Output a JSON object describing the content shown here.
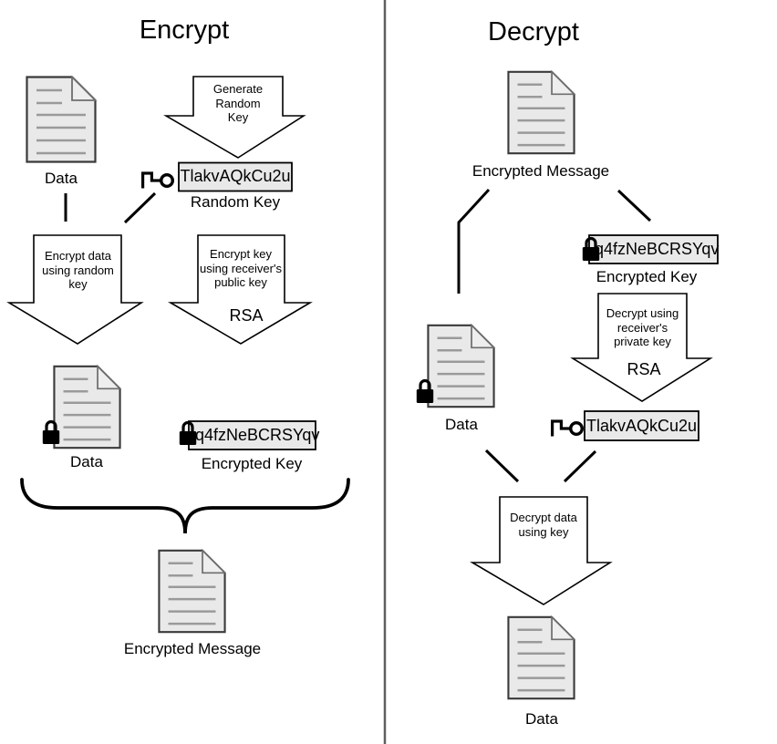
{
  "encrypt": {
    "title": "Encrypt",
    "source_doc_label": "Data",
    "generate_arrow_label": "Generate\nRandom\nKey",
    "random_key_value": "TlakvAQkCu2u",
    "random_key_label": "Random Key",
    "encrypt_data_arrow_label": "Encrypt data\nusing random\nkey",
    "encrypt_key_arrow_label": "Encrypt key\nusing receiver's\npublic key",
    "rsa_label": "RSA",
    "locked_doc_label": "Data",
    "encrypted_key_value": "q4fzNeBCRSYqv",
    "encrypted_key_label": "Encrypted Key",
    "output_doc_label": "Encrypted Message"
  },
  "decrypt": {
    "title": "Decrypt",
    "source_doc_label": "Encrypted Message",
    "encrypted_key_value": "q4fzNeBCRSYqv",
    "encrypted_key_label": "Encrypted Key",
    "decrypt_key_arrow_label": "Decrypt using\nreceiver's\nprivate key",
    "rsa_label": "RSA",
    "locked_doc_label": "Data",
    "session_key_value": "TlakvAQkCu2u",
    "decrypt_data_arrow_label": "Decrypt data\nusing key",
    "output_doc_label": "Data"
  },
  "icons": {
    "document": "document-icon",
    "lock": "lock-icon",
    "key": "key-icon"
  },
  "colors": {
    "background": "#ffffff",
    "shape_fill": "#e9e9e9",
    "outline": "#000000",
    "doc_line_gray": "#9a9a9a",
    "divider_gray": "#5f5f5f"
  }
}
